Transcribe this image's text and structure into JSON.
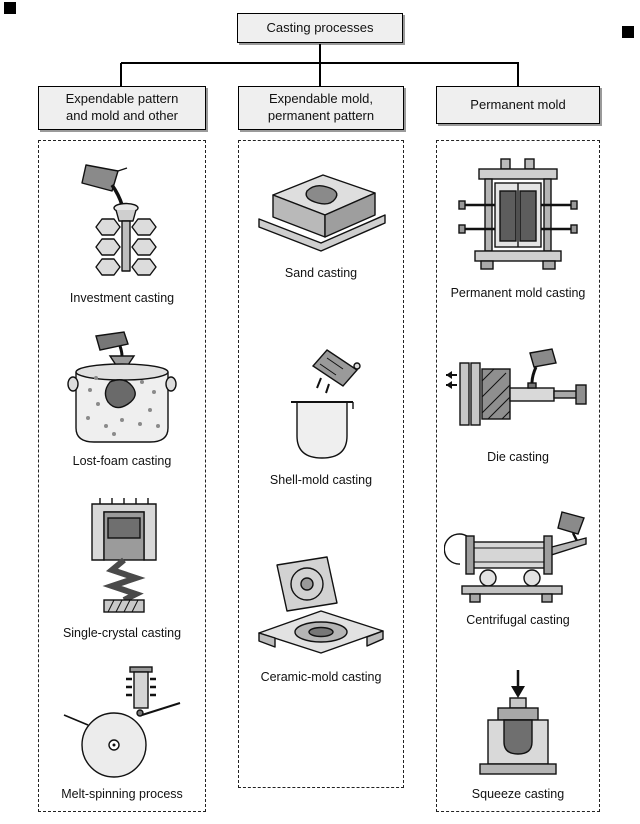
{
  "root": {
    "label": "Casting processes"
  },
  "columns": [
    {
      "name": "expendable-pattern-and-mold-and-other",
      "header_line1": "Expendable pattern",
      "header_line2": "and mold and other",
      "items": [
        {
          "label": "Investment casting",
          "icon": "investment-casting-icon"
        },
        {
          "label": "Lost-foam casting",
          "icon": "lost-foam-casting-icon"
        },
        {
          "label": "Single-crystal casting",
          "icon": "single-crystal-casting-icon"
        },
        {
          "label": "Melt-spinning process",
          "icon": "melt-spinning-icon"
        }
      ]
    },
    {
      "name": "expendable-mold-permanent-pattern",
      "header_line1": "Expendable mold,",
      "header_line2": "permanent pattern",
      "items": [
        {
          "label": "Sand casting",
          "icon": "sand-casting-icon"
        },
        {
          "label": "Shell-mold casting",
          "icon": "shell-mold-casting-icon"
        },
        {
          "label": "Ceramic-mold casting",
          "icon": "ceramic-mold-casting-icon"
        }
      ]
    },
    {
      "name": "permanent-mold",
      "header_line1": "Permanent mold",
      "items": [
        {
          "label": "Permanent mold casting",
          "icon": "permanent-mold-casting-icon"
        },
        {
          "label": "Die casting",
          "icon": "die-casting-icon"
        },
        {
          "label": "Centrifugal casting",
          "icon": "centrifugal-casting-icon"
        },
        {
          "label": "Squeeze casting",
          "icon": "squeeze-casting-icon"
        }
      ]
    }
  ],
  "colors": {
    "line": "#000000",
    "box_fill": "#efefef",
    "ink": "#111111"
  }
}
